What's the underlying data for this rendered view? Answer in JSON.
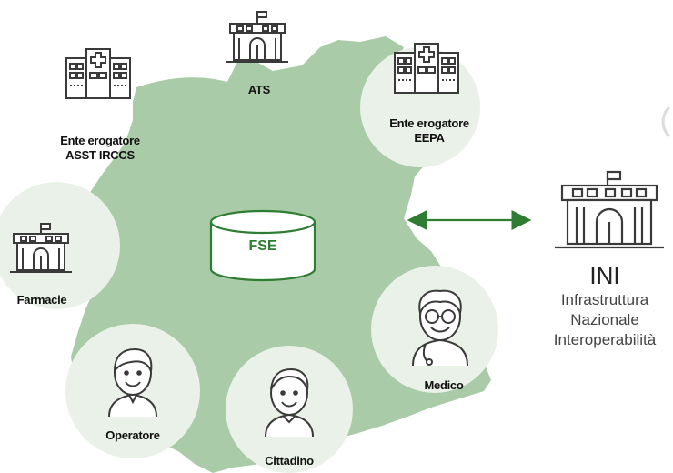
{
  "colors": {
    "map_fill": "#a9cba7",
    "highlight_circle": "#eaf1e8",
    "accent_green": "#2e7d32",
    "icon_stroke": "#3a3a3a"
  },
  "center": {
    "label": "FSE",
    "icon": "database-cylinder-icon"
  },
  "nodes": [
    {
      "id": "ats",
      "label_lines": [
        "ATS"
      ],
      "icon": "hospital-icon"
    },
    {
      "id": "ente-asst",
      "label_lines": [
        "Ente erogatore",
        "ASST IRCCS"
      ],
      "icon": "clinic-building-icon"
    },
    {
      "id": "ente-eepa",
      "label_lines": [
        "Ente erogatore",
        "EEPA"
      ],
      "icon": "clinic-building-icon"
    },
    {
      "id": "farmacie",
      "label_lines": [
        "Farmacie"
      ],
      "icon": "pharmacy-building-icon"
    },
    {
      "id": "operatore",
      "label_lines": [
        "Operatore"
      ],
      "icon": "person-icon"
    },
    {
      "id": "cittadino",
      "label_lines": [
        "Cittadino"
      ],
      "icon": "person-icon"
    },
    {
      "id": "medico",
      "label_lines": [
        "Medico"
      ],
      "icon": "doctor-icon"
    }
  ],
  "ini": {
    "title": "INI",
    "subtitle_lines": [
      "Infrastruttura",
      "Nazionale",
      "Interoperabilità"
    ],
    "icon": "government-building-icon"
  },
  "connector": {
    "icon": "bidirectional-arrow-icon"
  }
}
